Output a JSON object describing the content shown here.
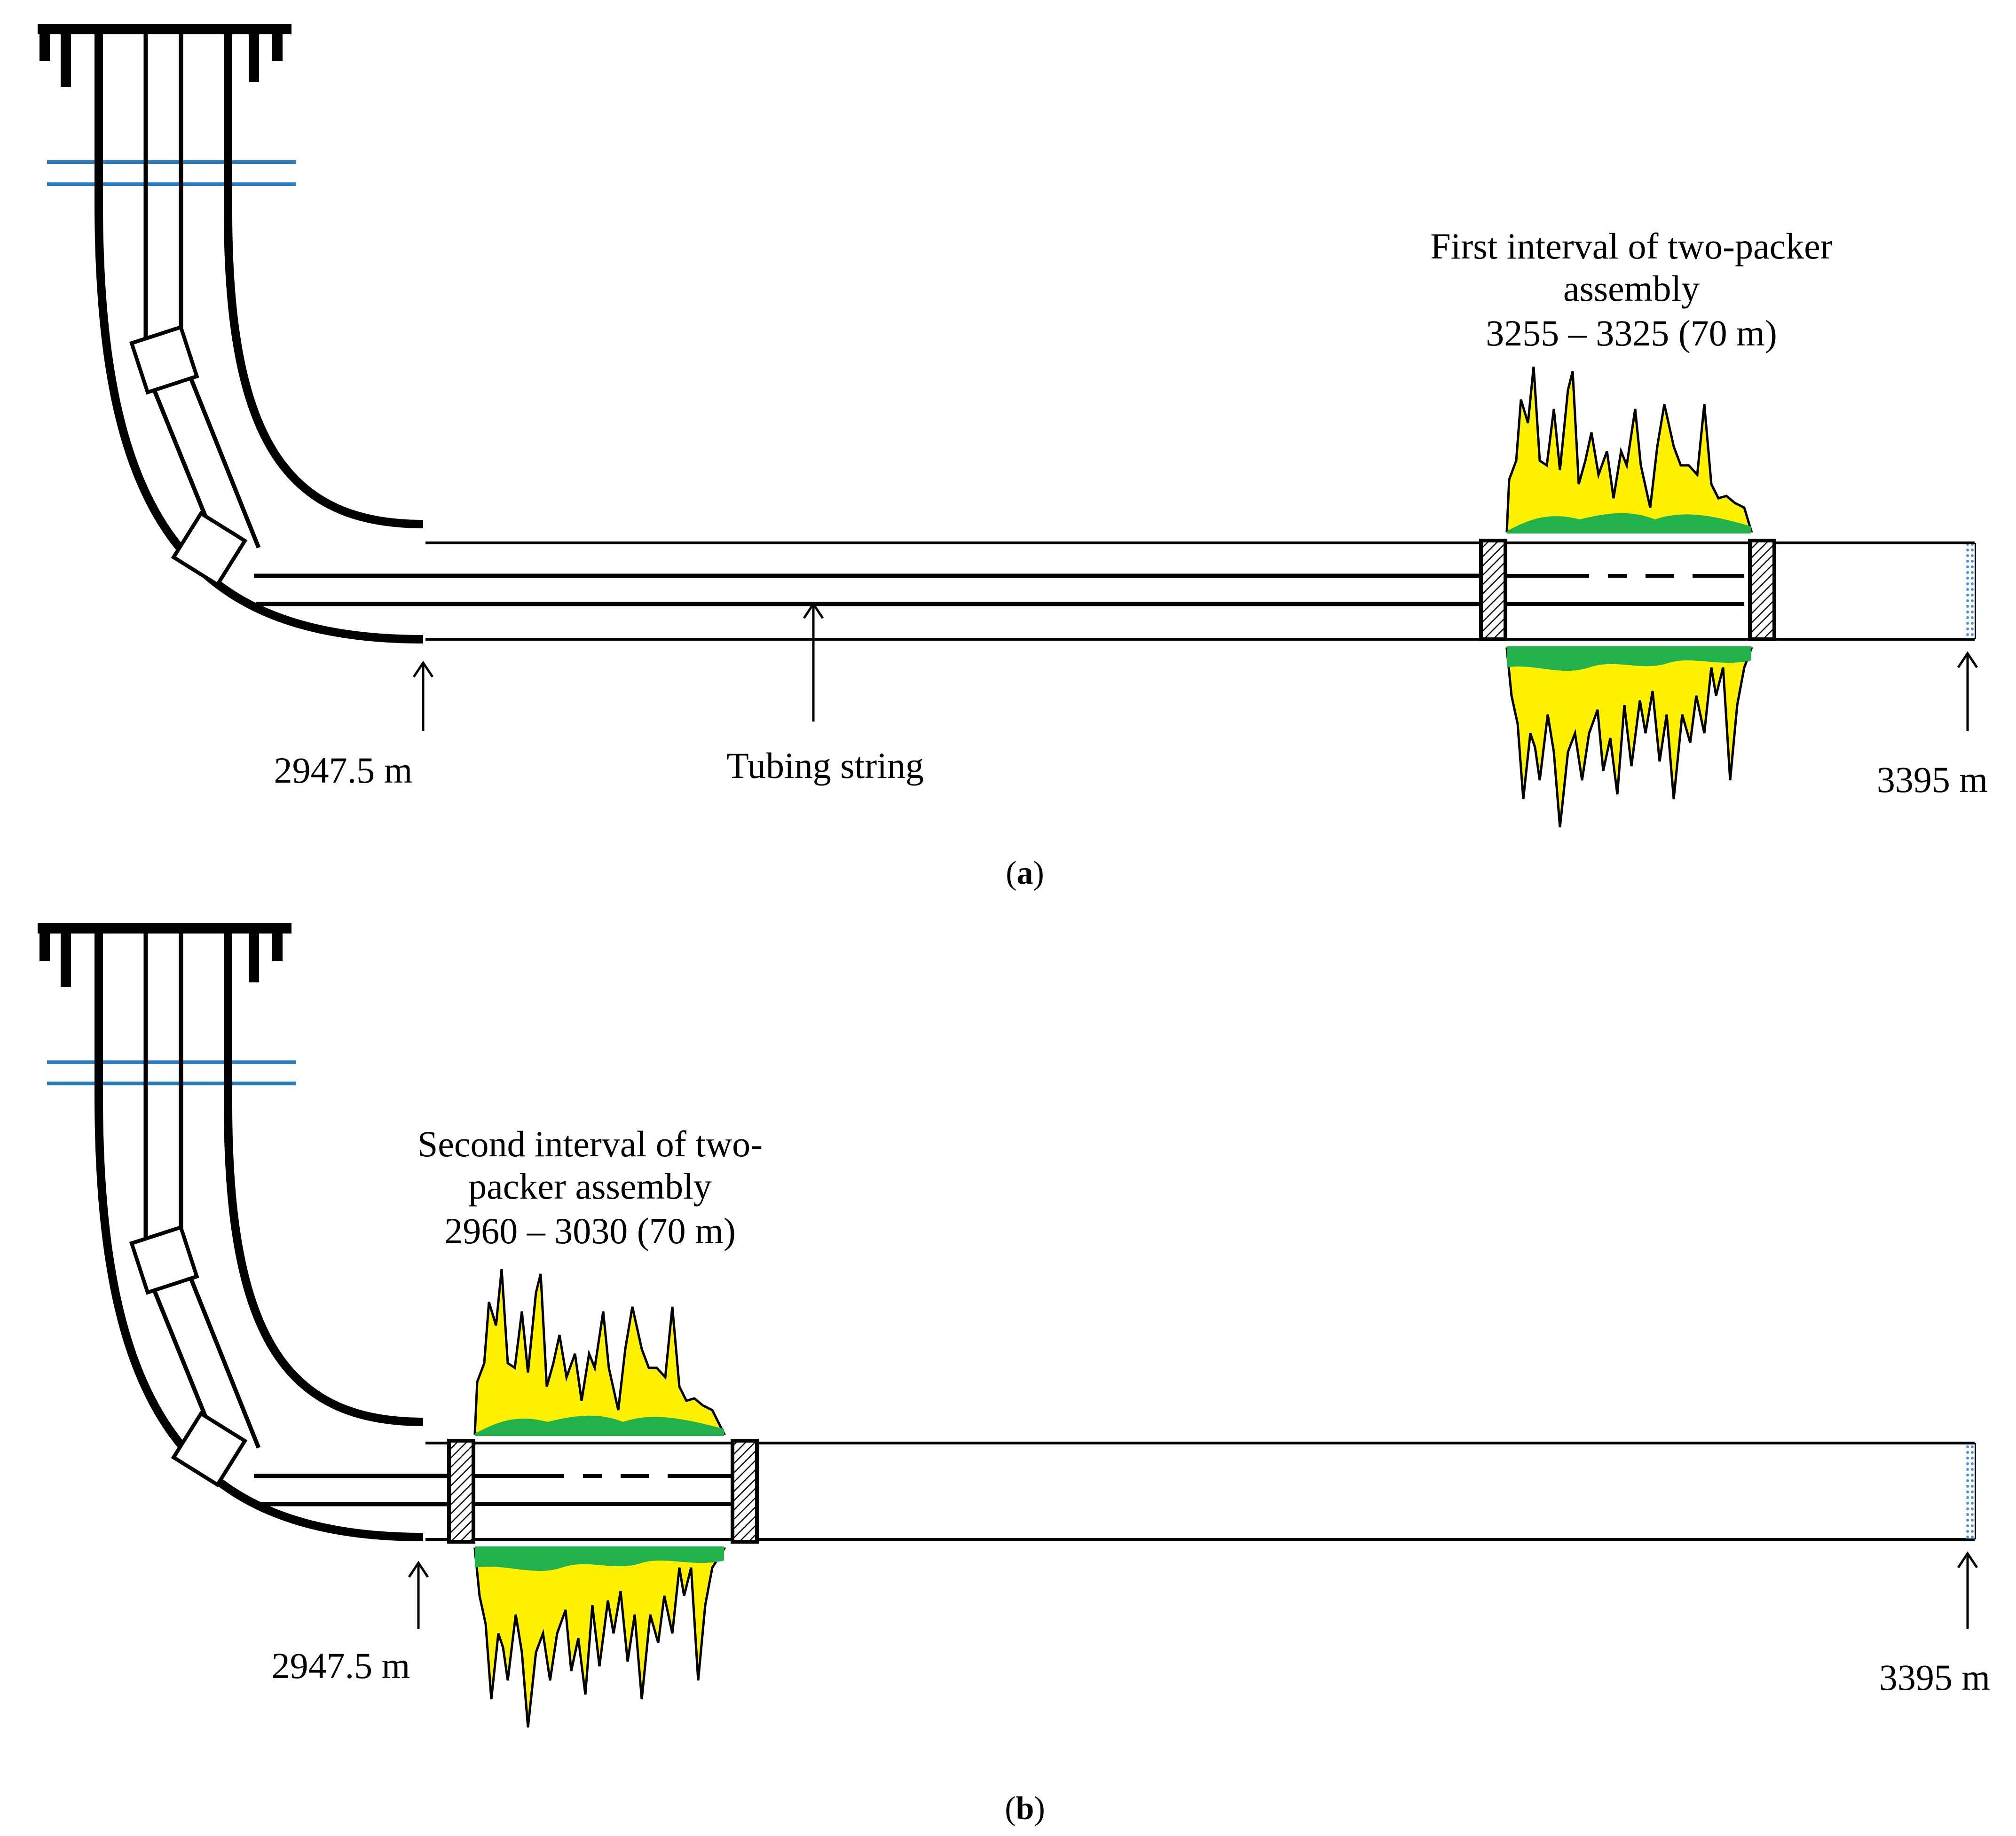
{
  "colors": {
    "line": "#000000",
    "horizon_line": "#2b7bc0",
    "fracture_fill": "#fff200",
    "fracture_base": "#22b14c",
    "well_bottom": "#4a90d9",
    "background": "#ffffff"
  },
  "panel_a": {
    "interval_label": [
      "First interval of two-packer",
      "assembly",
      "3255 – 3325 (70 m)"
    ],
    "depth_start_label": "2947.5 m",
    "depth_end_label": "3395 m",
    "tubing_label": "Tubing string",
    "caption_letter": "a"
  },
  "panel_b": {
    "interval_label": [
      "Second interval of two-",
      "packer assembly",
      "2960 – 3030 (70 m)"
    ],
    "depth_start_label": "2947.5 m",
    "depth_end_label": "3395 m",
    "caption_letter": "b"
  }
}
